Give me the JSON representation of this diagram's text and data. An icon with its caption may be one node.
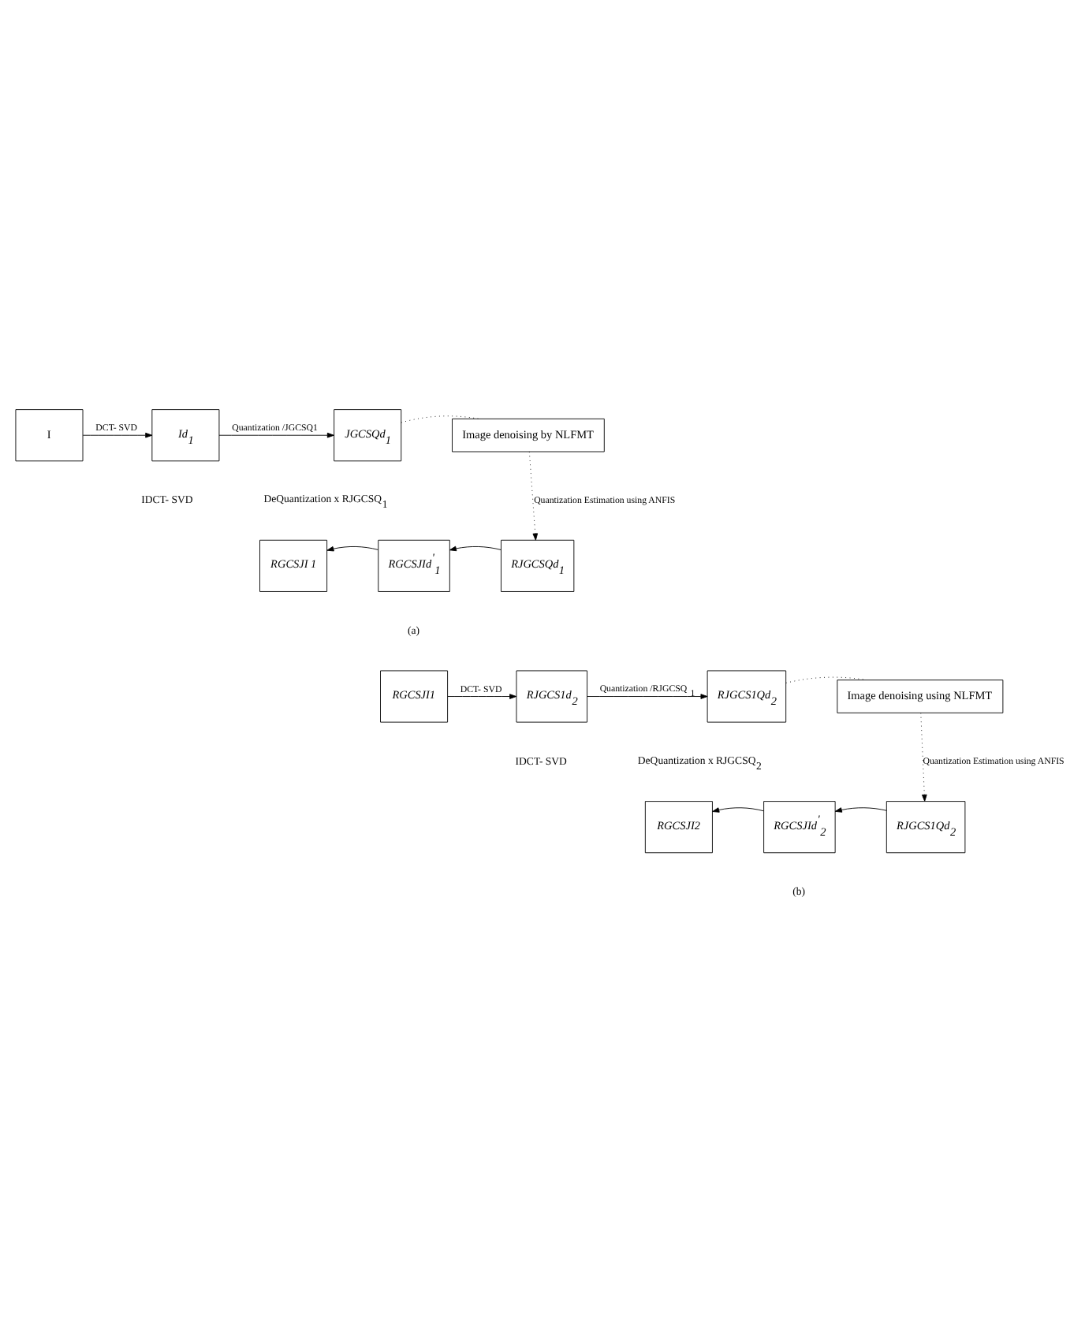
{
  "diagram": {
    "nodes": [
      {
        "text": [
          "I"
        ]
      },
      {
        "text": [
          "Id$_{1}$"
        ]
      },
      {
        "text": [
          "JGCSQd$_{1}$"
        ]
      },
      {
        "text": [
          "Image denoising by NLFMT"
        ]
      },
      {
        "text": [
          "RGCSJI 1"
        ]
      },
      {
        "text": [
          "RGCSJId$^{'}$$_{1}$"
        ]
      },
      {
        "text": [
          "RJGCSQd$_{1}$"
        ]
      },
      {
        "text": [
          "RGCSJI1"
        ]
      },
      {
        "text": [
          "RJGCS1d$_{2}$"
        ]
      },
      {
        "text": [
          "RJGCS1Qd$_{2}$"
        ]
      },
      {
        "text": [
          "Image denoising using NLFMT"
        ]
      },
      {
        "text": [
          "RGCSJI2"
        ]
      },
      {
        "text": [
          "RGCSJId$^{'}$$_{2}$"
        ]
      },
      {
        "text": [
          "RJGCS1Qd$_{2}$"
        ]
      }
    ],
    "edges": [
      {
        "from": 0,
        "to": 1,
        "arrow": "to",
        "label": "DCT- SVD"
      },
      {
        "from": 1,
        "to": 2,
        "arrow": "to",
        "label": "Quantization /JGCSQ1"
      },
      {
        "from": 2,
        "to": 3,
        "arrow": "none",
        "style": "dashed"
      },
      {
        "from": 3,
        "to": 6,
        "arrow": "to",
        "style": "dashed",
        "label": "Quantization Estimation using ANFIS"
      },
      {
        "from": 6,
        "to": 5,
        "arrow": "to"
      },
      {
        "from": 5,
        "to": 4,
        "arrow": "to"
      },
      {
        "from": 7,
        "to": 8,
        "arrow": "to",
        "label": "DCT- SVD"
      },
      {
        "from": 8,
        "to": 9,
        "arrow": "to",
        "label": "Quantization /RJGCSQ$_{1}$"
      },
      {
        "from": 9,
        "to": 10,
        "arrow": "none",
        "style": "dashed"
      },
      {
        "from": 10,
        "to": 13,
        "arrow": "to",
        "style": "dashed",
        "label": "Quantization Estimation using ANFIS"
      },
      {
        "from": 13,
        "to": 12,
        "arrow": "to"
      },
      {
        "from": 12,
        "to": 11,
        "arrow": "to"
      }
    ],
    "labels": [
      "IDCT- SVD",
      "DeQuantization x RJGCSQ$_{1}$",
      "(a)",
      "IDCT- SVD",
      "DeQuantization x RJGCSQ$_{2}$",
      "(b)"
    ]
  }
}
